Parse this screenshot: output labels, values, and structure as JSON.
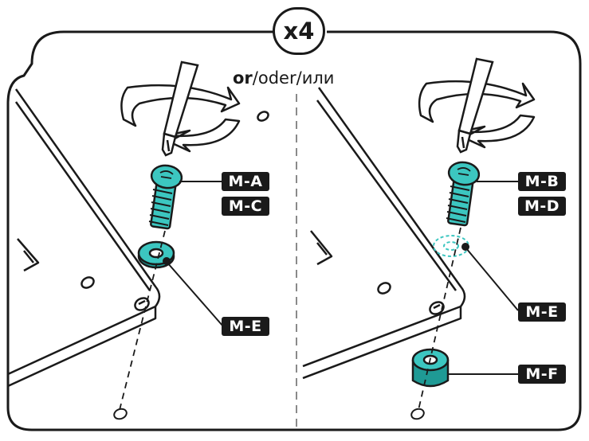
{
  "quantity_badge": "x4",
  "alternative_text": {
    "or": "or",
    "sep1": "/",
    "oder": "oder",
    "sep2": "/",
    "ili": "или"
  },
  "left_panel": {
    "screw_labels": [
      "M-A",
      "M-C"
    ],
    "washer_label": "M-E"
  },
  "right_panel": {
    "screw_labels": [
      "M-B",
      "M-D"
    ],
    "washer_label": "M-E",
    "spacer_label": "M-F"
  },
  "colors": {
    "line": "#1a1a1a",
    "part_teal": "#3cc6c0",
    "part_teal_dark": "#1f9a95",
    "label_bg": "#1a1a1a",
    "label_text": "#ffffff",
    "divider": "#8a8a8a"
  },
  "icons": [
    "rotation-arrow-icon",
    "screwdriver-icon"
  ]
}
